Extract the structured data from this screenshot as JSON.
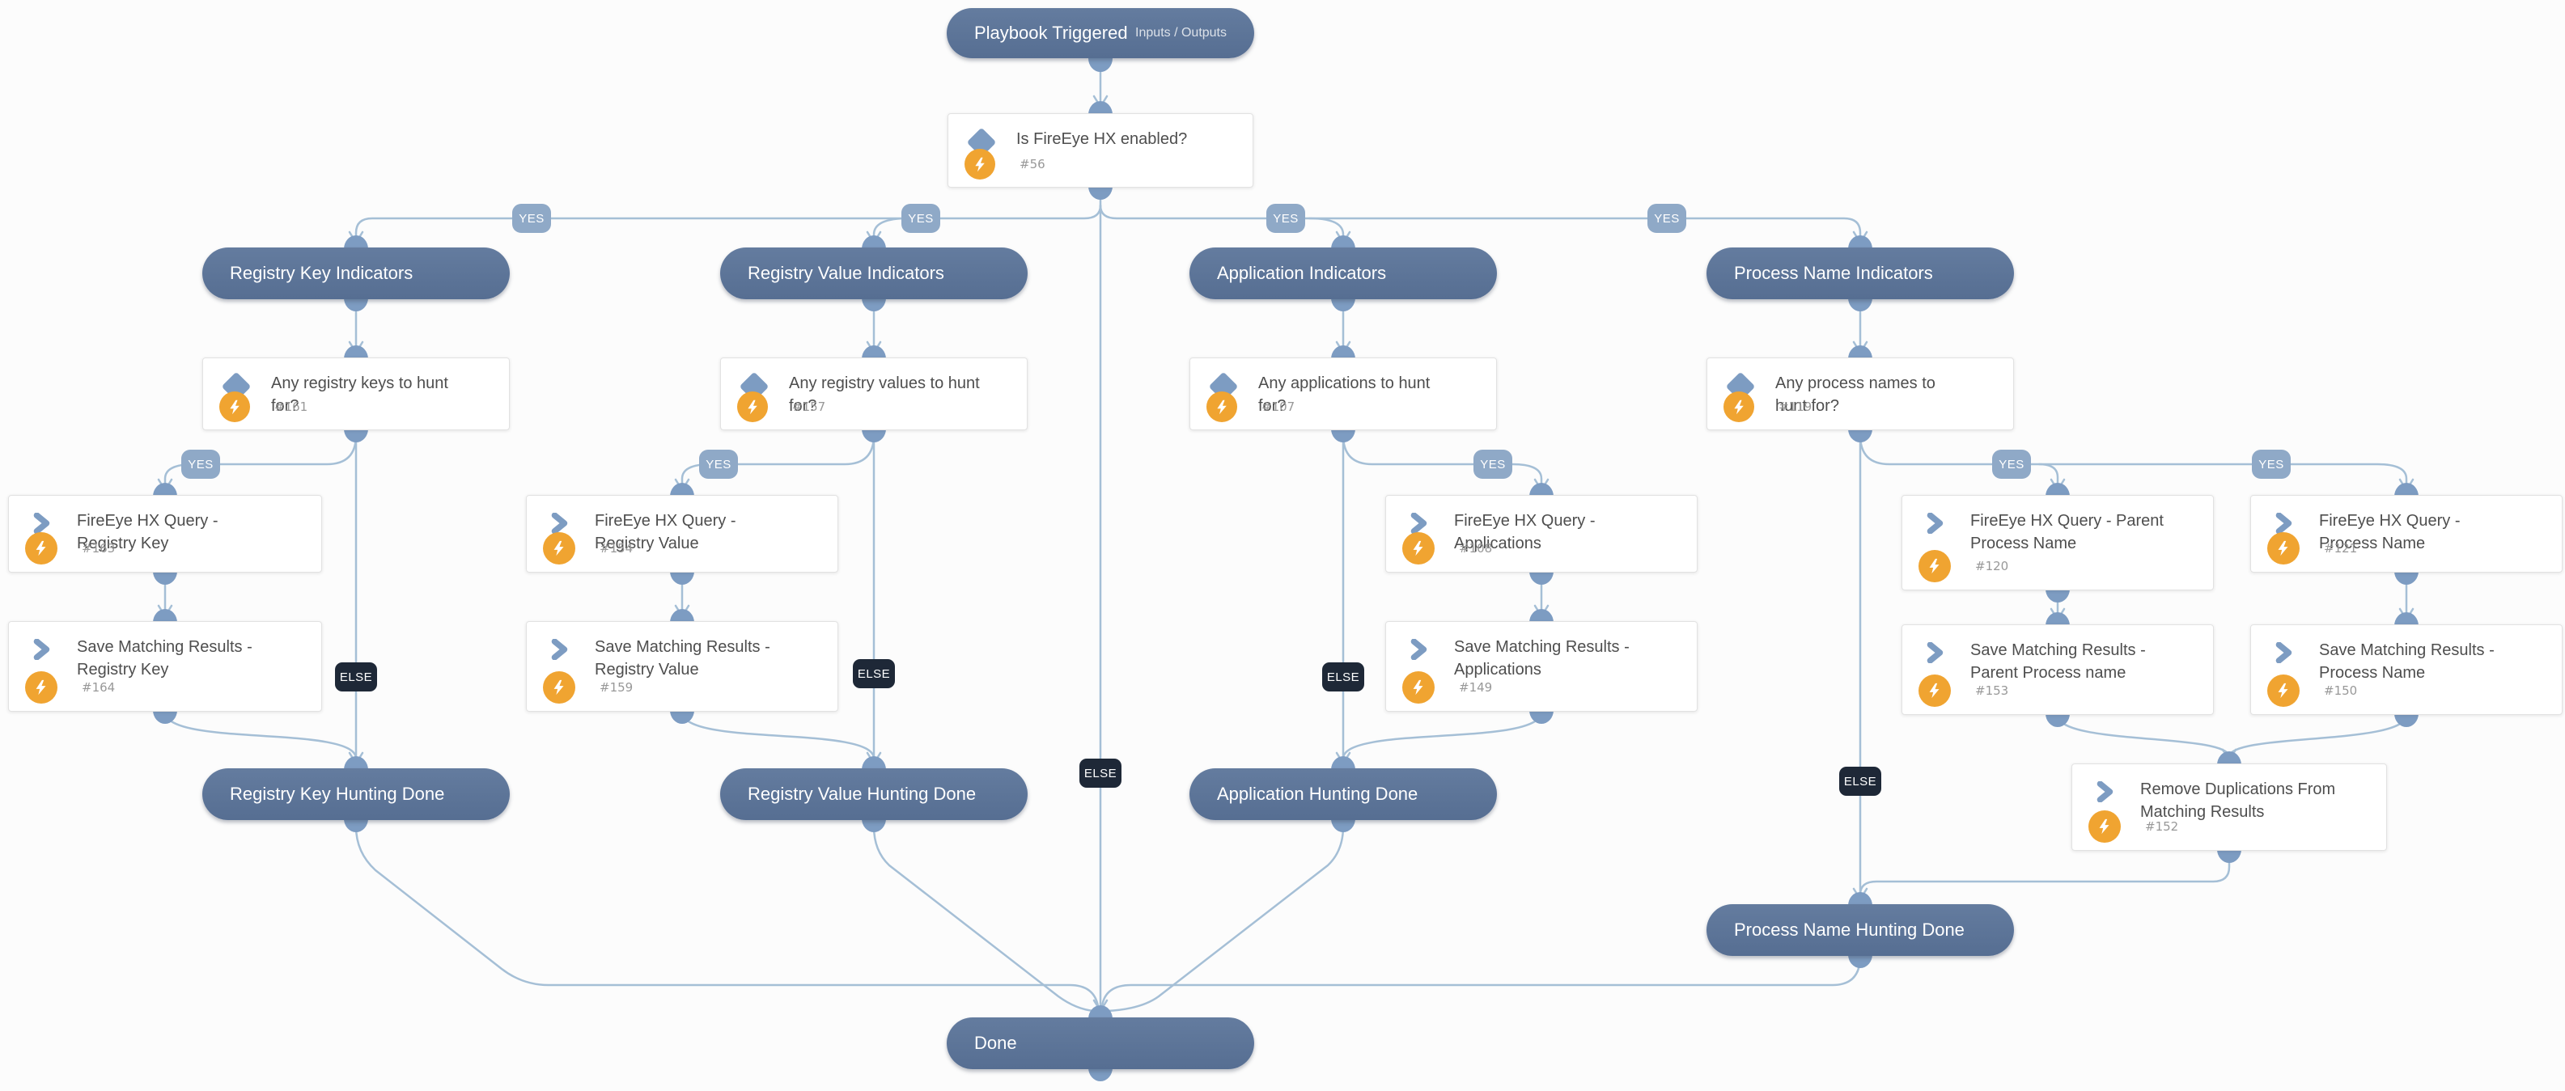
{
  "diagram": {
    "start": {
      "title": "Playbook Triggered",
      "link": "Inputs / Outputs"
    },
    "main_condition": {
      "title": "Is FireEye HX enabled?",
      "id": "#56"
    },
    "branch_labels": {
      "yes": "YES",
      "else": "ELSE"
    },
    "columns": [
      {
        "header": "Registry Key Indicators",
        "condition": {
          "title": "Any registry keys to hunt for?",
          "id": "#161"
        },
        "tasks": [
          {
            "title": "FireEye HX Query - Registry Key",
            "id": "#163"
          },
          {
            "title": "Save Matching Results - Registry Key",
            "id": "#164"
          }
        ],
        "done": "Registry Key Hunting Done"
      },
      {
        "header": "Registry Value Indicators",
        "condition": {
          "title": "Any registry values to hunt for?",
          "id": "#157"
        },
        "tasks": [
          {
            "title": "FireEye HX Query - Registry Value",
            "id": "#154"
          },
          {
            "title": "Save Matching Results - Registry Value",
            "id": "#159"
          }
        ],
        "done": "Registry Value Hunting Done"
      },
      {
        "header": "Application Indicators",
        "condition": {
          "title": "Any applications to hunt for?",
          "id": "#107"
        },
        "tasks": [
          {
            "title": "FireEye HX Query - Applications",
            "id": "#108"
          },
          {
            "title": "Save Matching Results - Applications",
            "id": "#149"
          }
        ],
        "done": "Application Hunting Done"
      },
      {
        "header": "Process Name Indicators",
        "condition": {
          "title": "Any process names to hunt for?",
          "id": "#119"
        },
        "tasks": [
          {
            "title": "FireEye HX Query - Parent Process Name",
            "id": "#120"
          },
          {
            "title": "FireEye HX Query - Process Name",
            "id": "#121"
          },
          {
            "title": "Save Matching Results - Parent Process name",
            "id": "#153"
          },
          {
            "title": "Save Matching Results - Process Name",
            "id": "#150"
          },
          {
            "title": "Remove Duplications From Matching Results",
            "id": "#152"
          }
        ],
        "done": "Process Name Hunting Done"
      }
    ],
    "end": {
      "title": "Done"
    },
    "colors": {
      "pill": "#5d7598",
      "connector": "#a5bfd6",
      "port": "#7d9cc2",
      "yes_badge": "#8fa9c7",
      "else_badge": "#1e2837",
      "node_icon": "#7d9cc2",
      "bolt_circle": "#f0a431"
    }
  }
}
